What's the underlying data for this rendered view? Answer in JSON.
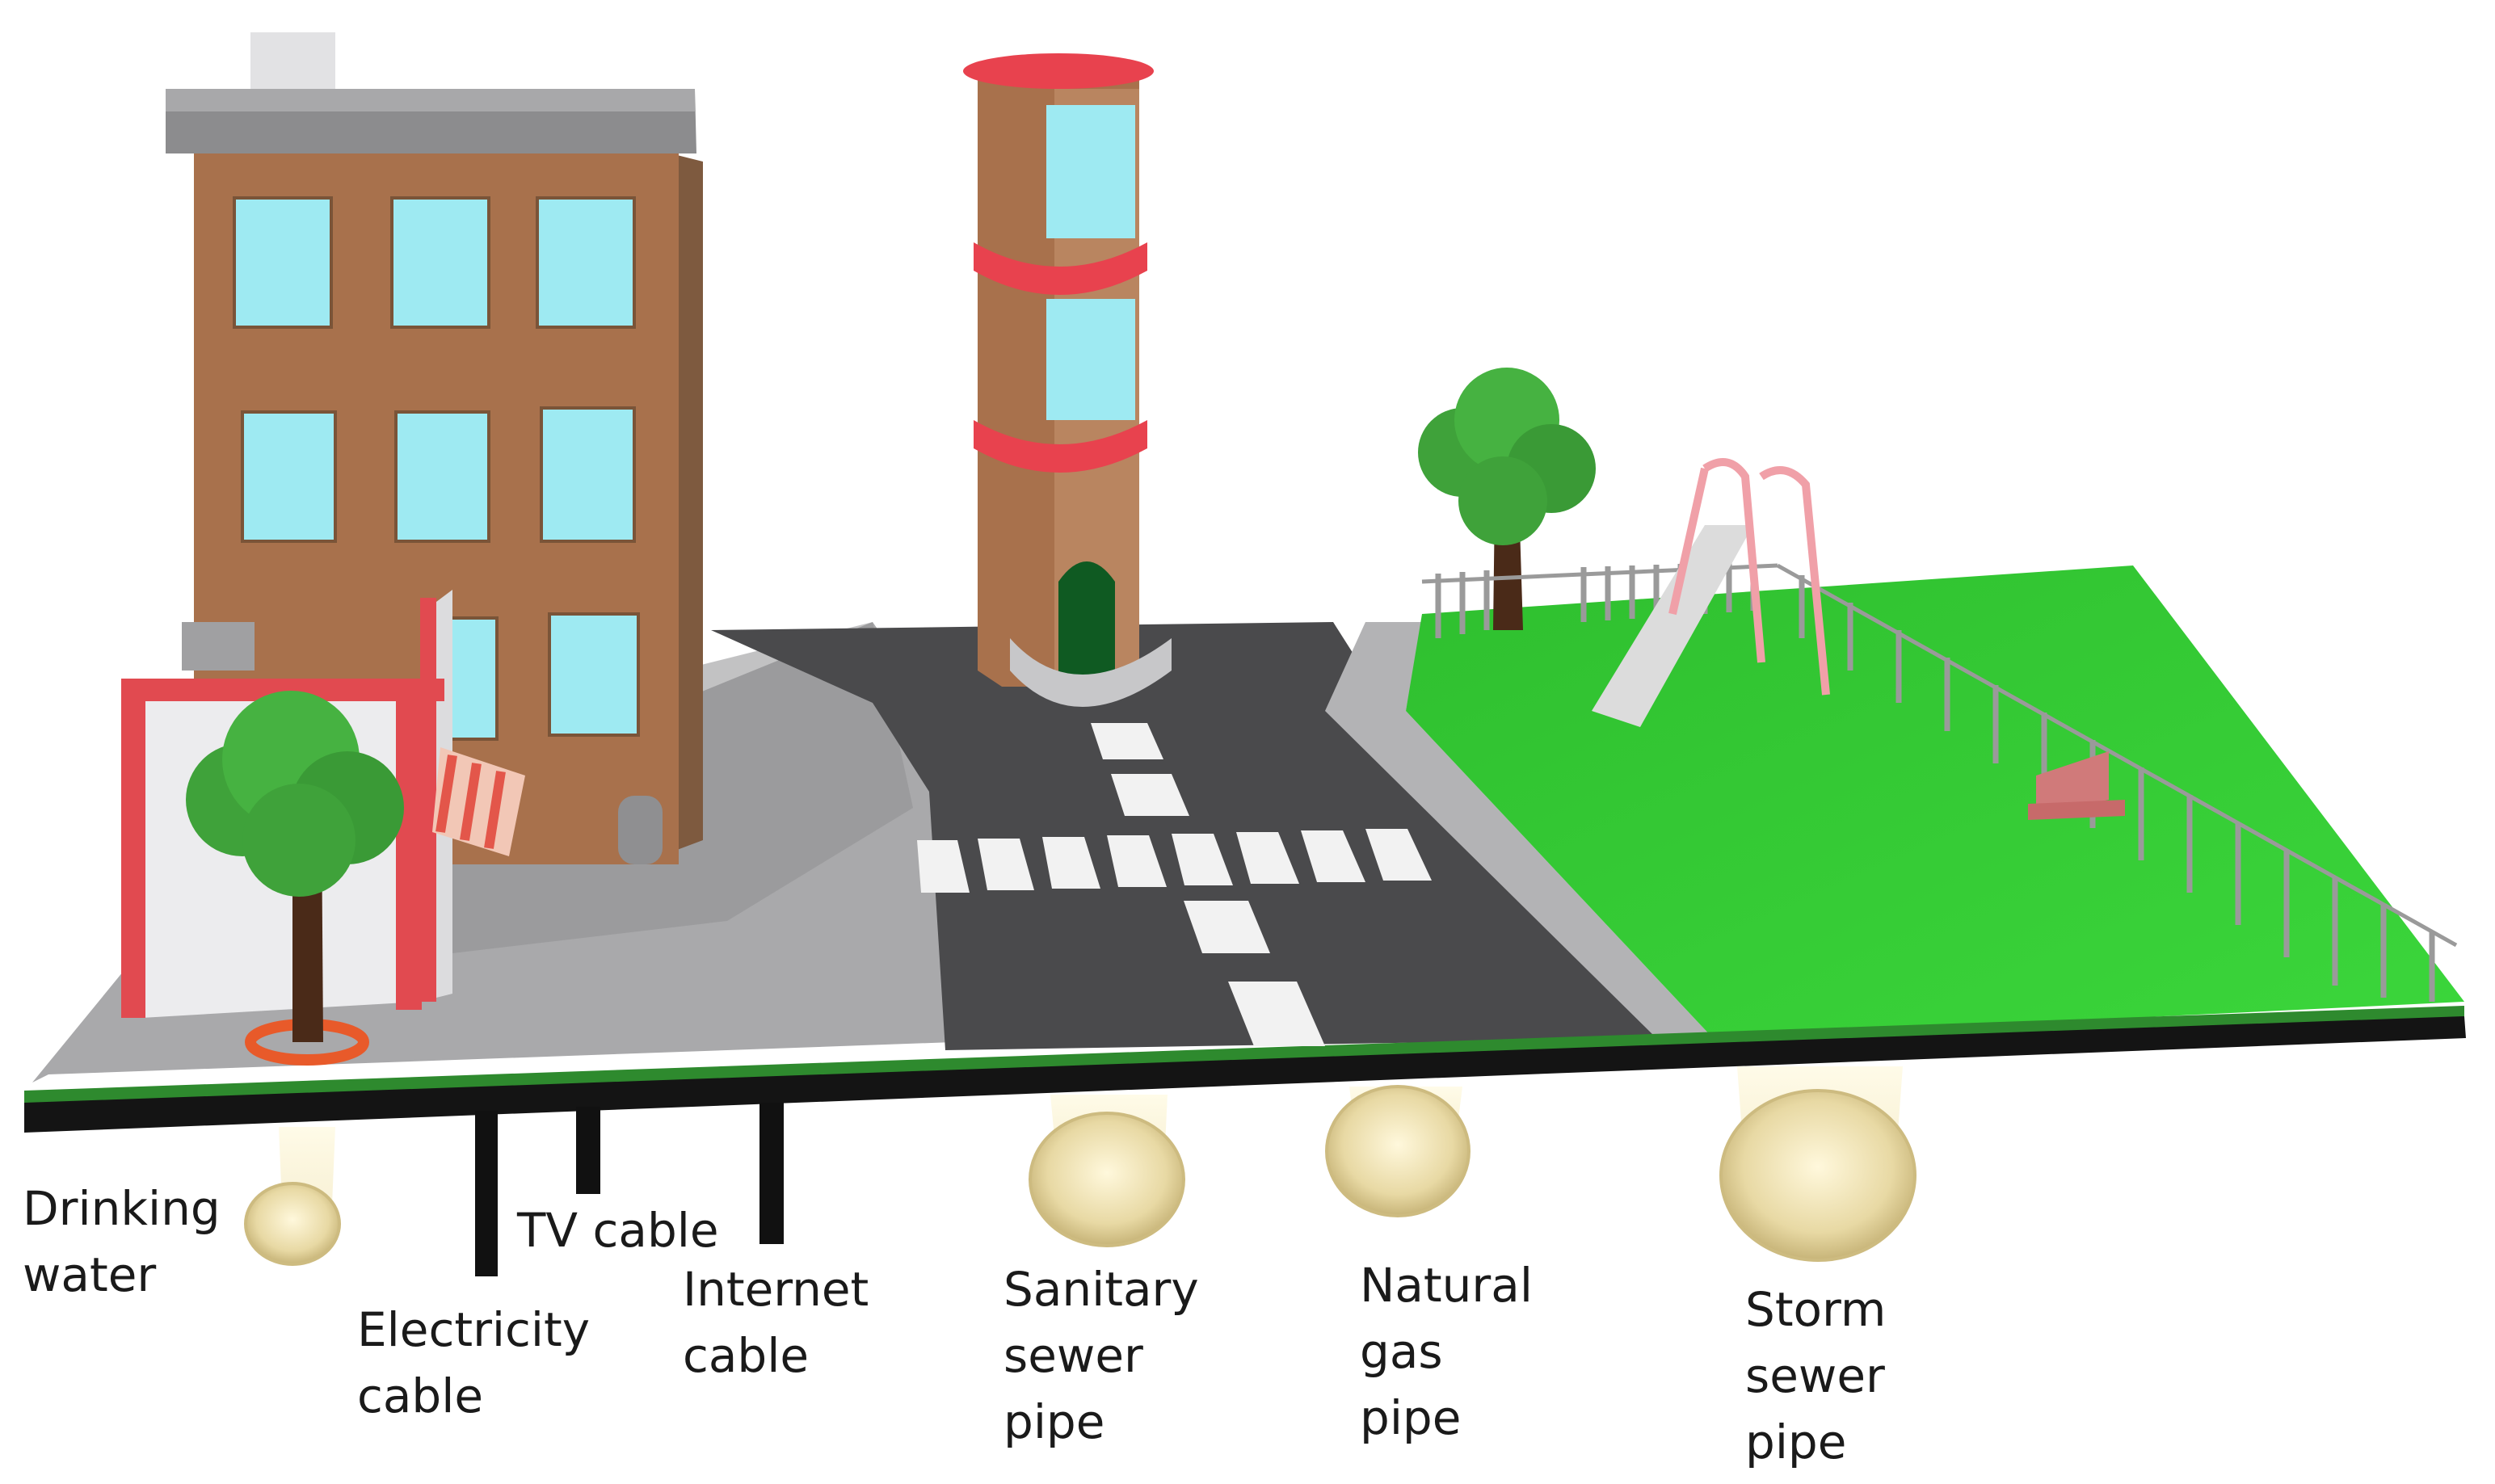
{
  "labels": {
    "drinking_water": [
      "Drinking",
      "water"
    ],
    "electricity_cable": [
      "Electricity",
      "cable"
    ],
    "tv_cable": [
      "TV cable"
    ],
    "internet_cable": [
      "Internet",
      "cable"
    ],
    "sanitary_sewer_pipe": [
      "Sanitary",
      "sewer",
      "pipe"
    ],
    "natural_gas_pipe": [
      "Natural",
      "gas",
      "pipe"
    ],
    "storm_sewer_pipe": [
      "Storm",
      "sewer",
      "pipe"
    ]
  },
  "colors": {
    "sidewalk": "#a9a9ab",
    "road": "#4a4a4c",
    "grass": "#33cc33",
    "building": "#a8714c",
    "window": "#9eeaf2",
    "tower_trim": "#e8424e",
    "pipe": "#e2d39e",
    "cable": "#111111",
    "base_edge": "#141414",
    "tree": "#3fa23a",
    "fence": "#9a9a9a"
  }
}
